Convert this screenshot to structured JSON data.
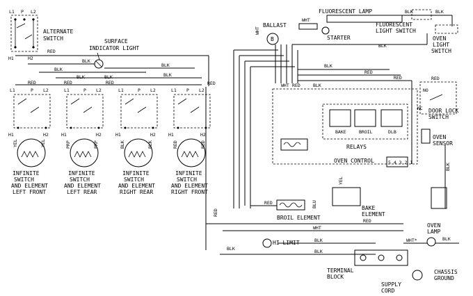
{
  "switches": {
    "alternate": "ALTERNATE\nSWITCH",
    "alternate_terms": {
      "l1": "L1",
      "p": "P",
      "l2": "L2",
      "h1": "H1",
      "h2": "H2"
    },
    "surface_light": "SURFACE\nINDICATOR LIGHT",
    "lf": "INFINITE\nSWITCH\nAND ELEMENT\nLEFT FRONT",
    "lr": "INFINITE\nSWITCH\nAND ELEMENT\nLEFT REAR",
    "rr": "INFINITE\nSWITCH\nAND ELEMENT\nRIGHT REAR",
    "rf": "INFINITE\nSWITCH\nAND ELEMENT\nRIGHT FRONT",
    "terms": {
      "l1": "L1",
      "p": "P",
      "l2": "L2",
      "h1": "H1",
      "h2": "H2"
    }
  },
  "wires": {
    "red": "RED",
    "blk": "BLK",
    "wht": "WHT",
    "yel": "YEL",
    "prp": "PRP",
    "blu": "BLU",
    "wht_star": "WHT*"
  },
  "oven": {
    "ballast": "BALLAST",
    "ballast_sym": "B",
    "fluorescent_lamp": "FLUORESCENT LAMP",
    "starter": "STARTER",
    "fls": "FLUORESCENT\nLIGHT SWITCH",
    "oven_light_switch": "OVEN\nLIGHT\nSWITCH",
    "door_lock": "DOOR LOCK\nSWITCH",
    "no": "NO",
    "nc": "NC",
    "oven_sensor": "OVEN\nSENSOR",
    "relays": "RELAYS",
    "bake": "BAKE",
    "broil": "BROIL",
    "dlb": "DLB",
    "oven_control": "OVEN CONTROL",
    "connector": "5 4 3 2 1",
    "broil_element": "BROIL ELEMENT",
    "bake_element": "BAKE\nELEMENT",
    "hi_limit": "HI LIMIT",
    "oven_lamp": "OVEN\nLAMP",
    "terminal_block": "TERMINAL\nBLOCK",
    "supply_cord": "SUPPLY\nCORD",
    "chassis_ground": "CHASSIS\nGROUND"
  }
}
